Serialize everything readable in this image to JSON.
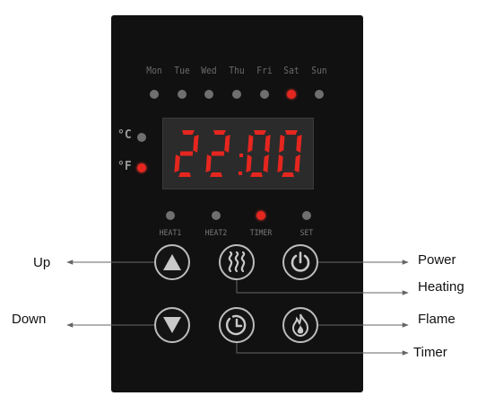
{
  "days": [
    {
      "label": "Mon",
      "active": false
    },
    {
      "label": "Tue",
      "active": false
    },
    {
      "label": "Wed",
      "active": false
    },
    {
      "label": "Thu",
      "active": false
    },
    {
      "label": "Fri",
      "active": false
    },
    {
      "label": "Sat",
      "active": true
    },
    {
      "label": "Sun",
      "active": false
    }
  ],
  "units": {
    "celsius": {
      "label": "°C",
      "active": false
    },
    "fahrenheit": {
      "label": "°F",
      "active": true
    }
  },
  "display": {
    "time": "22:00"
  },
  "modes": [
    {
      "label": "HEAT1",
      "active": false
    },
    {
      "label": "HEAT2",
      "active": false
    },
    {
      "label": "TIMER",
      "active": true
    },
    {
      "label": "SET",
      "active": false
    }
  ],
  "callouts": {
    "up": "Up",
    "down": "Down",
    "power": "Power",
    "heating": "Heating",
    "flame": "Flame",
    "timer": "Timer"
  },
  "colors": {
    "panel": "#111111",
    "led_on": "#e5261f",
    "led_off": "#6f6f6f",
    "segment": "#e5261f"
  },
  "icons": {
    "up": "triangle-up-icon",
    "down": "triangle-down-icon",
    "heating": "heat-waves-icon",
    "timer": "clock-icon",
    "power": "power-icon",
    "flame": "flame-icon"
  }
}
